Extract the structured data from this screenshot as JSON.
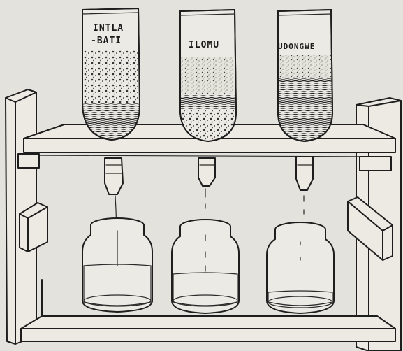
{
  "bottles": [
    {
      "label_lines": [
        "INTLA",
        "-BATI"
      ]
    },
    {
      "label_lines": [
        "ILOMU"
      ]
    },
    {
      "label_lines": [
        "UDONGWE"
      ]
    }
  ]
}
